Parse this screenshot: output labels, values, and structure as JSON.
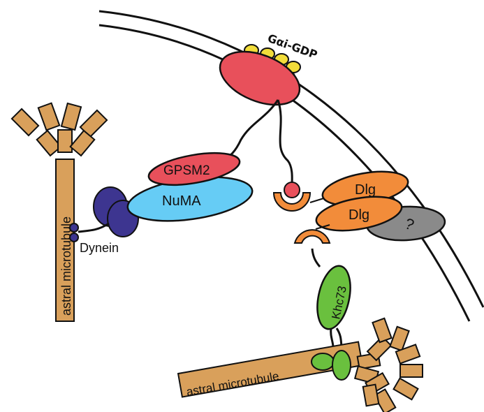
{
  "labels": {
    "galpha": "Gαi-GDP",
    "gpsm2": "GPSM2",
    "numa": "NuMA",
    "dynein": "Dynein",
    "dlg_top": "Dlg",
    "dlg_bottom": "Dlg",
    "unknown": "?",
    "khc73": "Khc73",
    "mt_vertical": "astral microtubule",
    "mt_horizontal": "astral microtubule"
  },
  "colors": {
    "microtubule": "#d9a05b",
    "gpsm2": "#e8505b",
    "numa": "#66ccf5",
    "dynein": "#3d3590",
    "galpha": "#f2dd3a",
    "dlg": "#f28c3a",
    "unknown": "#8a8a8a",
    "khc73": "#6ac03e",
    "outline": "#111111"
  }
}
